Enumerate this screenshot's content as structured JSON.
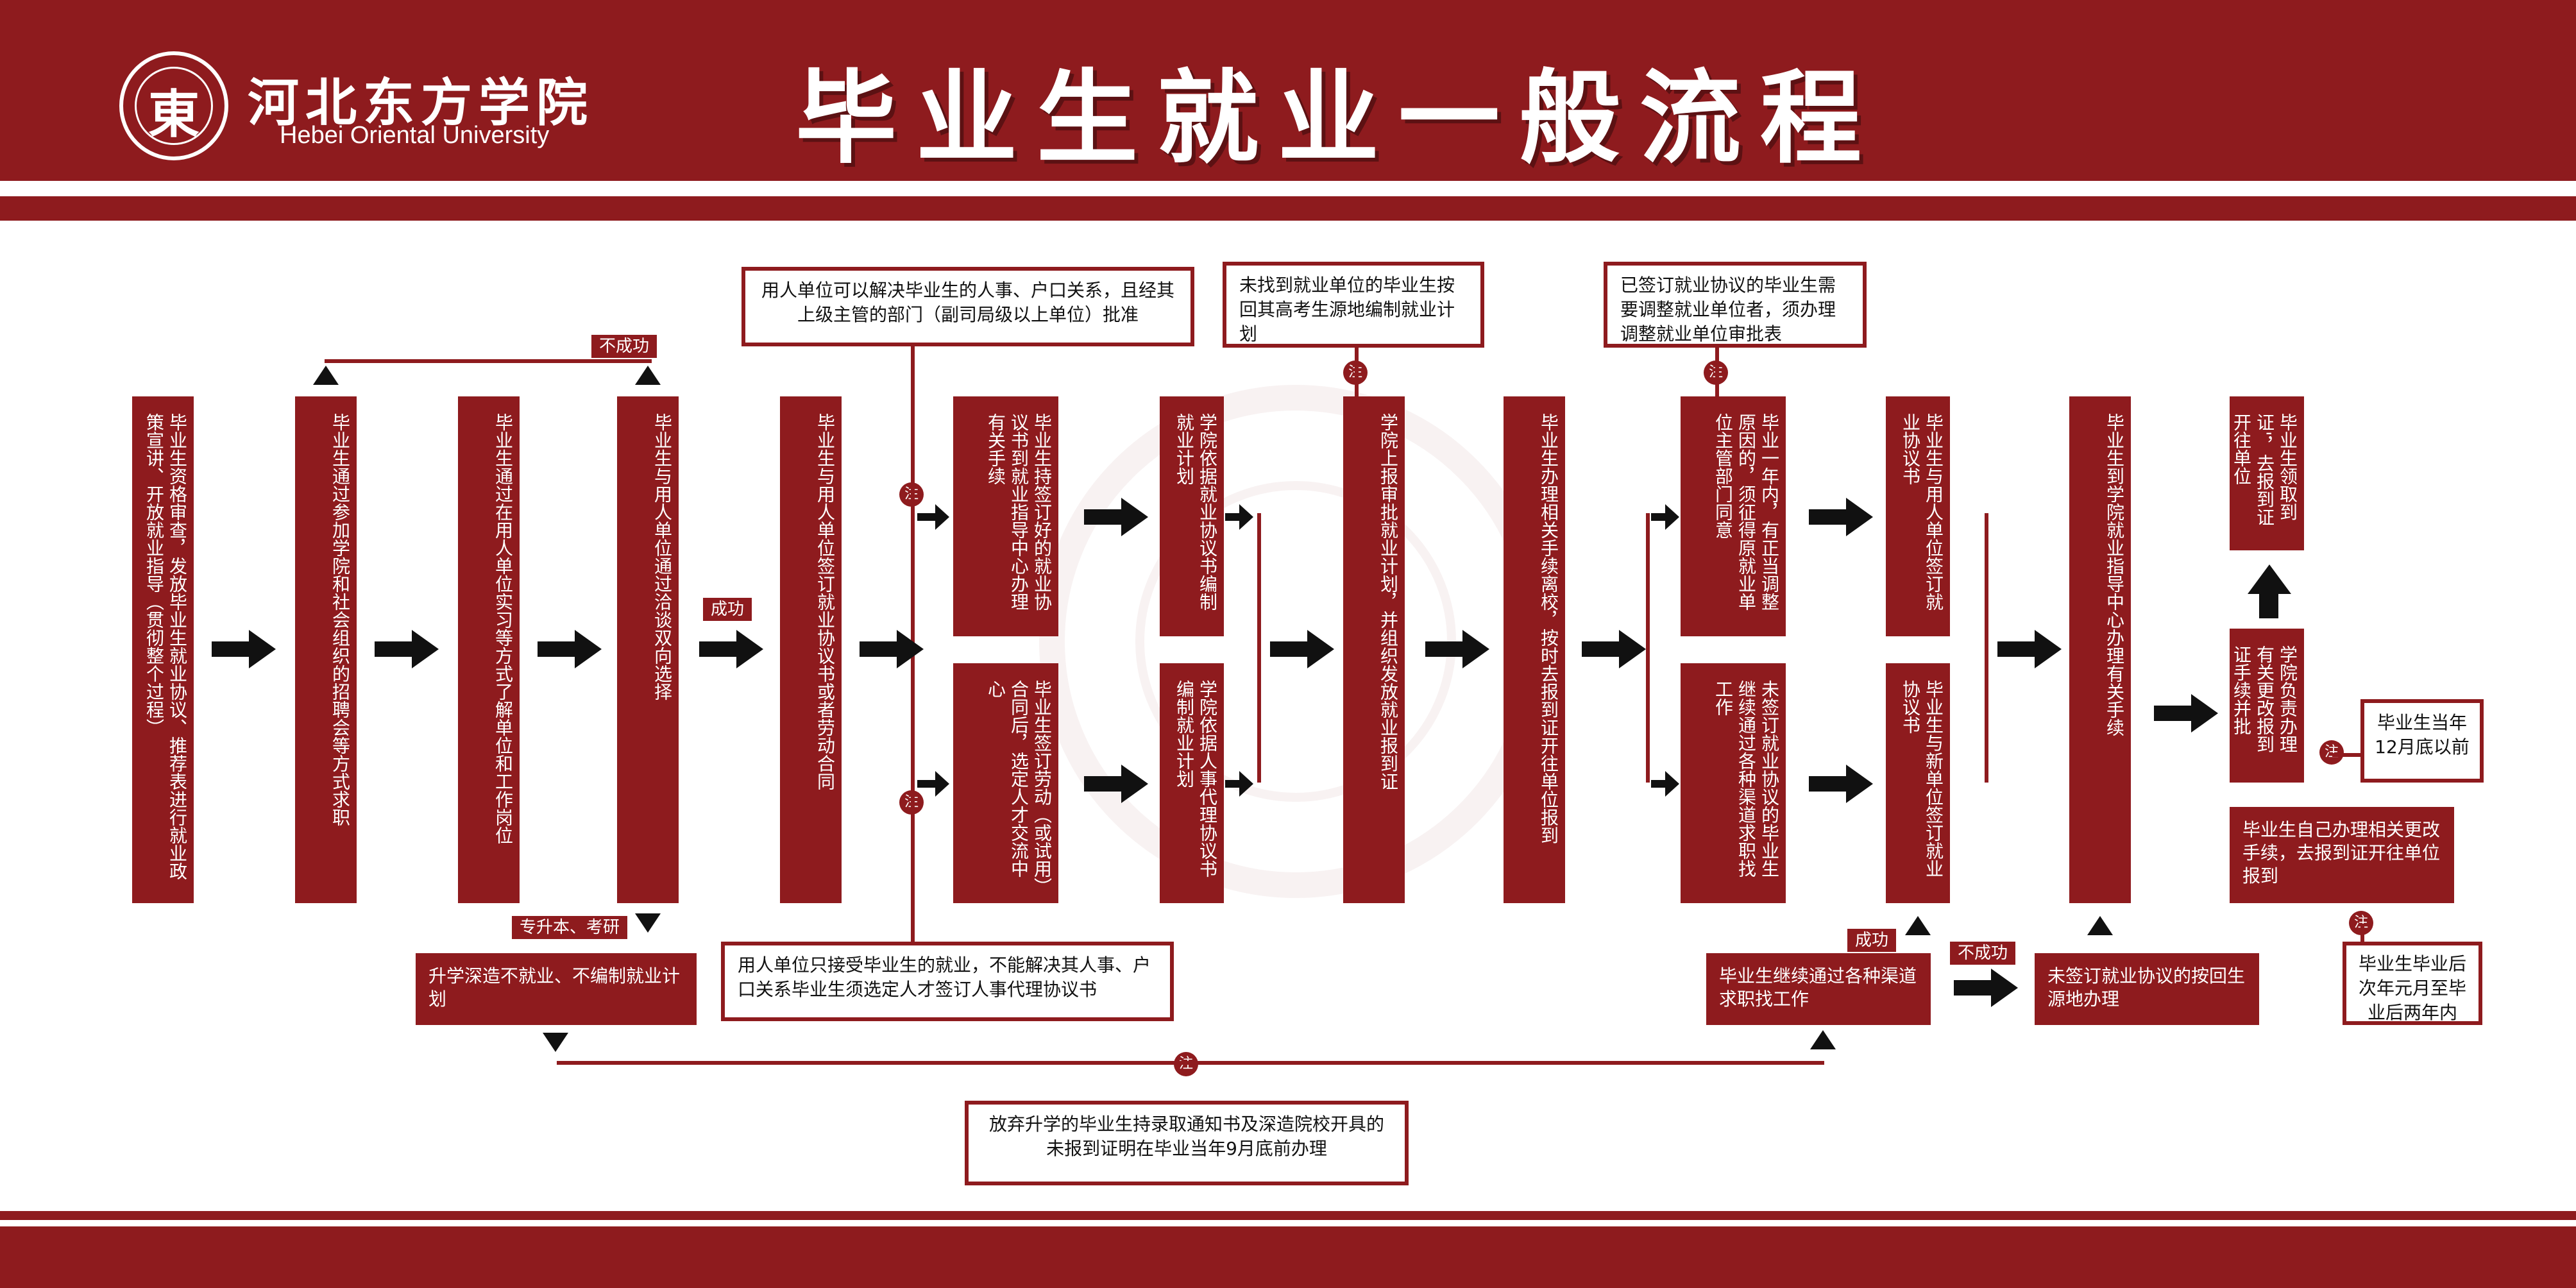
{
  "header": {
    "school_cn": "河北东方学院",
    "school_en": "Hebei Oriental University",
    "title": "毕业生就业一般流程",
    "seal_glyph": "東"
  },
  "tags": {
    "fail": "不成功",
    "success": "成功",
    "upgrade": "专升本、考研",
    "success2": "成功",
    "fail2": "不成功",
    "note_mark": "注"
  },
  "steps": {
    "s1": "毕业生资格审查，发放毕业生就业协议、推荐表进行就业政策宣讲、开放就业指导（贯彻整个过程）",
    "s2": "毕业生通过参加学院和社会组织的招聘会等方式求职",
    "s3": "毕业生通过在用人单位实习等方式了解单位和工作岗位",
    "s4": "毕业生与用人单位通过洽谈双向选择",
    "s5": "毕业生与用人单位签订就业协议书或者劳动合同",
    "s6a": "毕业生持签订好的就业协议书到就业指导中心办理有关手续",
    "s6b": "毕业生签订劳动（或试用）合同后，选定人才交流中心",
    "s7a": "学院依据就业协议书编制就业计划",
    "s7b": "学院依据人事代理协议书编制就业计划",
    "s8": "学院上报审批就业计划，并组织发放就业报到证",
    "s9": "毕业生办理相关手续离校，按时去报到证开往单位报到",
    "s10a": "毕业一年内，有正当调整原因的，须征得原就业单位主管部门同意",
    "s10b": "未签订就业协议的毕业生继续通过各种渠道求职找工作",
    "s11a": "毕业生与用人单位签订就业协议书",
    "s11b": "毕业生与新单位签订就业协议书",
    "s12": "毕业生到学院就业指导中心办理有关手续",
    "s13": "毕业生领取到证'，去报到证开往单位",
    "s14": "学院负责办理有关更改报到证手续并批",
    "s15": "毕业生自己办理相关更改手续，去报到证开往单位报到",
    "further": "升学深造不就业、不编制就业计划",
    "continue_search": "毕业生继续通过各种渠道求职找工作",
    "back_origin": "未签订就业协议的按回生源地办理"
  },
  "notes": {
    "n1": "用人单位可以解决毕业生的人事、户口关系，且经其上级主管的部门（副司局级以上单位）批准",
    "n2": "未找到就业单位的毕业生按回其高考生源地编制就业计划",
    "n3": "已签订就业协议的毕业生需要调整就业单位者，须办理调整就业单位审批表",
    "n4": "用人单位只接受毕业生的就业，不能解决其人事、户口关系毕业生须选定人才签订人事代理协议书",
    "n5": "放弃升学的毕业生持录取通知书及深造院校开具的未报到证明在毕业当年9月底前办理",
    "n6": "毕业生当年12月底以前",
    "n7": "毕业生毕业后次年元月至毕业后两年内"
  },
  "colors": {
    "brand": "#8e1b1e",
    "arrow": "#111111"
  }
}
